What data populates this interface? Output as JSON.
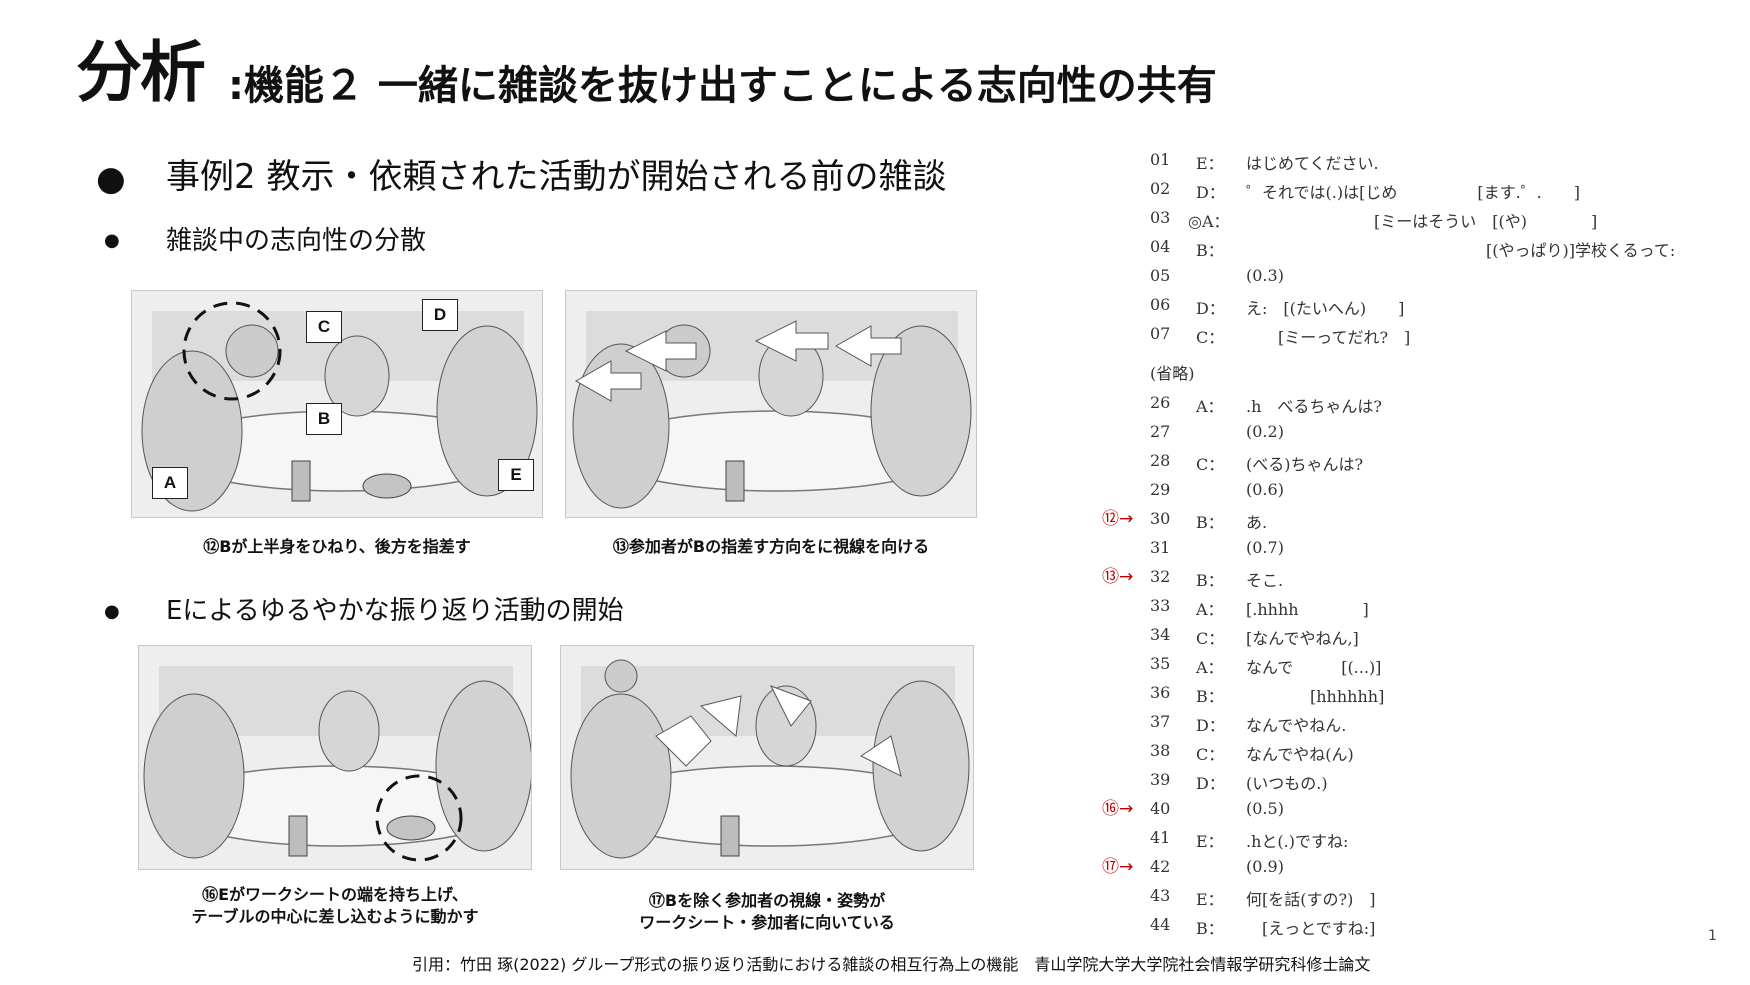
{
  "title": {
    "main": "分析",
    "sub": ":機能２ 一緒に雑談を抜け出すことによる志向性の共有"
  },
  "bullets": [
    "事例2 教示・依頼された活動が開始される前の雑談",
    "雑談中の志向性の分散",
    "Eによるゆるやかな振り返り活動の開始"
  ],
  "bullet_mark": "●",
  "photo_labels": {
    "A": "A",
    "B": "B",
    "C": "C",
    "D": "D",
    "E": "E"
  },
  "captions": {
    "c12": "⑫Bが上半身をひねり、後方を指差す",
    "c13": "⑬参加者がBの指差す方向をに視線を向ける",
    "c16_1": "⑯Eがワークシートの端を持ち上げ、",
    "c16_2": "テーブルの中心に差し込むように動かす",
    "c17_1": "⑰Bを除く参加者の視線・姿勢が",
    "c17_2": "ワークシート・参加者に向いている"
  },
  "transcript": [
    {
      "n": "01",
      "s": "E：",
      "t": "はじめてください."
    },
    {
      "n": "02",
      "s": "D：",
      "t": "゜それでは(.)は[じめ　　　　　[ます.゜.　　]"
    },
    {
      "n": "03",
      "s": "◎A：",
      "t": "　　　　　　　　[ミーはそうい　[(や)　　　　]"
    },
    {
      "n": "04",
      "s": "B：",
      "t": "　　　　　　　　　　　　　　　[(やっぱり)]学校くるって:"
    },
    {
      "n": "05",
      "s": "",
      "t": "(0.3)"
    },
    {
      "n": "06",
      "s": "D：",
      "t": "え:　[(たいへん)　　]"
    },
    {
      "n": "07",
      "s": "C：",
      "t": "　　[ミーってだれ?　]"
    },
    {
      "n": "(省略)",
      "s": "",
      "t": ""
    },
    {
      "n": "26",
      "s": "A：",
      "t": ".h　べるちゃんは?"
    },
    {
      "n": "27",
      "s": "",
      "t": "(0.2)"
    },
    {
      "n": "28",
      "s": "C：",
      "t": "(べる)ちゃんは?"
    },
    {
      "n": "29",
      "s": "",
      "t": "(0.6)"
    },
    {
      "n": "30",
      "s": "B：",
      "t": "あ."
    },
    {
      "n": "31",
      "s": "",
      "t": "(0.7)"
    },
    {
      "n": "32",
      "s": "B：",
      "t": "そこ."
    },
    {
      "n": "33",
      "s": "A：",
      "t": "[.hhhh　　　　]"
    },
    {
      "n": "34",
      "s": "C：",
      "t": "[なんでやねん,]"
    },
    {
      "n": "35",
      "s": "A：",
      "t": "なんで　　　[(...)]"
    },
    {
      "n": "36",
      "s": "B：",
      "t": "　　　　[hhhhhh]"
    },
    {
      "n": "37",
      "s": "D：",
      "t": "なんでやねん."
    },
    {
      "n": "38",
      "s": "C：",
      "t": "なんでやね(ん)"
    },
    {
      "n": "39",
      "s": "D：",
      "t": "(いつもの.)"
    },
    {
      "n": "40",
      "s": "",
      "t": "(0.5)"
    },
    {
      "n": "41",
      "s": "E：",
      "t": ".hと(.)ですね:"
    },
    {
      "n": "42",
      "s": "",
      "t": "(0.9)"
    },
    {
      "n": "43",
      "s": "E：",
      "t": "何[を話(すの?)　]"
    },
    {
      "n": "44",
      "s": "B：",
      "t": "　[えっとですね:]"
    }
  ],
  "markers": {
    "m12": "⑫→",
    "m13": "⑬→",
    "m16": "⑯→",
    "m17": "⑰→"
  },
  "footer": "引用：竹田 琢(2022)  グループ形式の振り返り活動における雑談の相互行為上の機能　青山学院大学大学院社会情報学研究科修士論文",
  "page_number": "1",
  "colors": {
    "marker": "#c00000",
    "text": "#111111"
  }
}
